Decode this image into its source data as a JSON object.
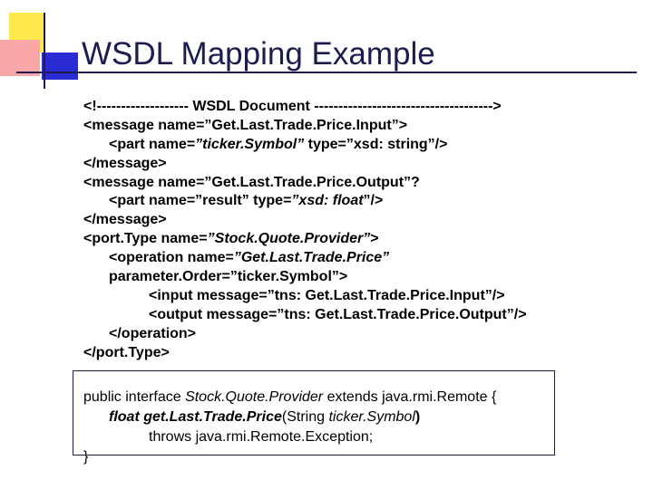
{
  "slide": {
    "title": "WSDL Mapping Example"
  },
  "wsdl": {
    "l1": "<!------------------- WSDL Document ------------------------------------->",
    "l2": "<message name=”Get.Last.Trade.Price.Input”>",
    "l3a": "<part name=",
    "l3b": "”ticker.Symbol”",
    "l3c": " type=”xsd: string”/>",
    "l4": "</message>",
    "l5": "<message name=”Get.Last.Trade.Price.Output”?",
    "l6a": "<part name=”result” type=",
    "l6b": "”xsd: float",
    "l6c": "”/>",
    "l7": "</message>",
    "l8a": "<port.Type name=",
    "l8b": "”Stock.Quote.Provider”",
    "l8c": ">",
    "l9a": "<operation name=",
    "l9b": "”Get.Last.Trade.Price”",
    "l10": "parameter.Order=”ticker.Symbol”>",
    "l11": "<input message=”tns: Get.Last.Trade.Price.Input”/>",
    "l12": "<output message=”tns: Get.Last.Trade.Price.Output”/>",
    "l13": "</operation>",
    "l14": "</port.Type>"
  },
  "java": {
    "l1a": "public interface ",
    "l1b": "Stock.Quote.Provider",
    "l1c": " extends java.rmi.Remote {",
    "l2a": "float get.Last.Trade.Price",
    "l2b": "(String ",
    "l2c": "ticker.Symbol",
    "l2d": ")",
    "l3": "throws java.rmi.Remote.Exception;",
    "l4": "}"
  },
  "colors": {
    "title": "#1c1c50",
    "accent_yellow": "#ffe84a",
    "accent_pink": "#f9a6a6",
    "accent_blue": "#2b2bd6"
  }
}
